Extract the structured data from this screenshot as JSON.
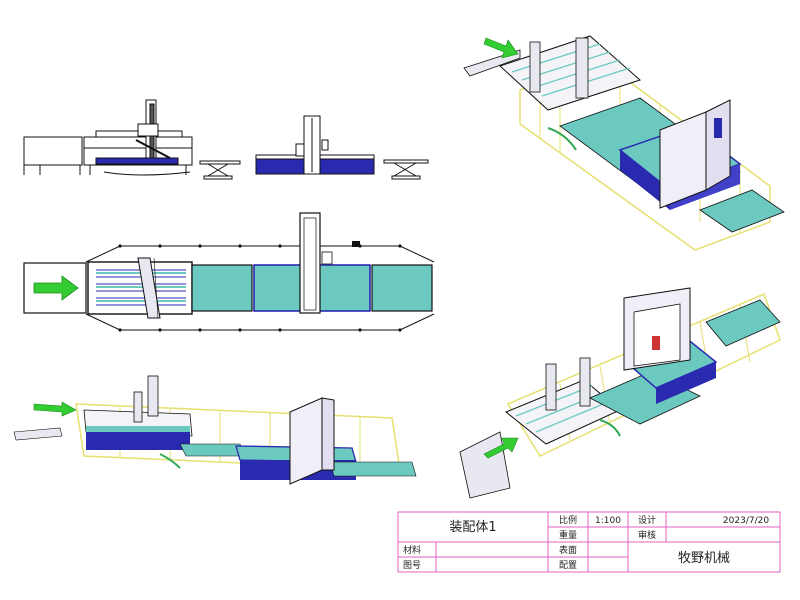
{
  "title_block": {
    "assembly_name": "装配体1",
    "scale_label": "比例",
    "scale_value": "1:100",
    "designer_label": "设计",
    "date": "2023/7/20",
    "weight_label": "重量",
    "checker_label": "审核",
    "material_label": "材料",
    "surface_label": "表面",
    "drawing_no_label": "图号",
    "config_label": "配置",
    "company": "牧野机械"
  },
  "colors": {
    "frame_magenta": "#e060c0",
    "conveyor_teal": "#6cc9c0",
    "table_blue": "#2a2ab0",
    "fence_yellow": "#e6e070",
    "gantry_gray": "#e8e8f0",
    "arrow_green": "#33cc33",
    "line_black": "#111111"
  }
}
